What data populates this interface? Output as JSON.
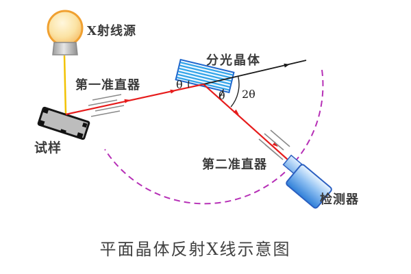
{
  "caption": "平面晶体反射X线示意图",
  "labels": {
    "xray_source": "X射线源",
    "first_collimator": "第一准直器",
    "crystal": "分光晶体",
    "sample": "试样",
    "second_collimator": "第二准直器",
    "detector": "检测器",
    "theta_incident": "θ",
    "theta_reflected": "θ",
    "two_theta": "2θ"
  },
  "colors": {
    "beam_red": "#e61c1c",
    "beam_yellow": "#f2c203",
    "goniometer_circle_magenta": "#b62fb6",
    "crystal_outline_blue": "#1e66cc",
    "crystal_stripe_blue": "#2fa3e8",
    "detector_blue": "#2f7fd8",
    "sample_gray": "#bdbdbd",
    "bulb_orange": "#f0a030",
    "hatch_gray": "#8a8a8a",
    "text_dark": "#3b3b3b"
  }
}
